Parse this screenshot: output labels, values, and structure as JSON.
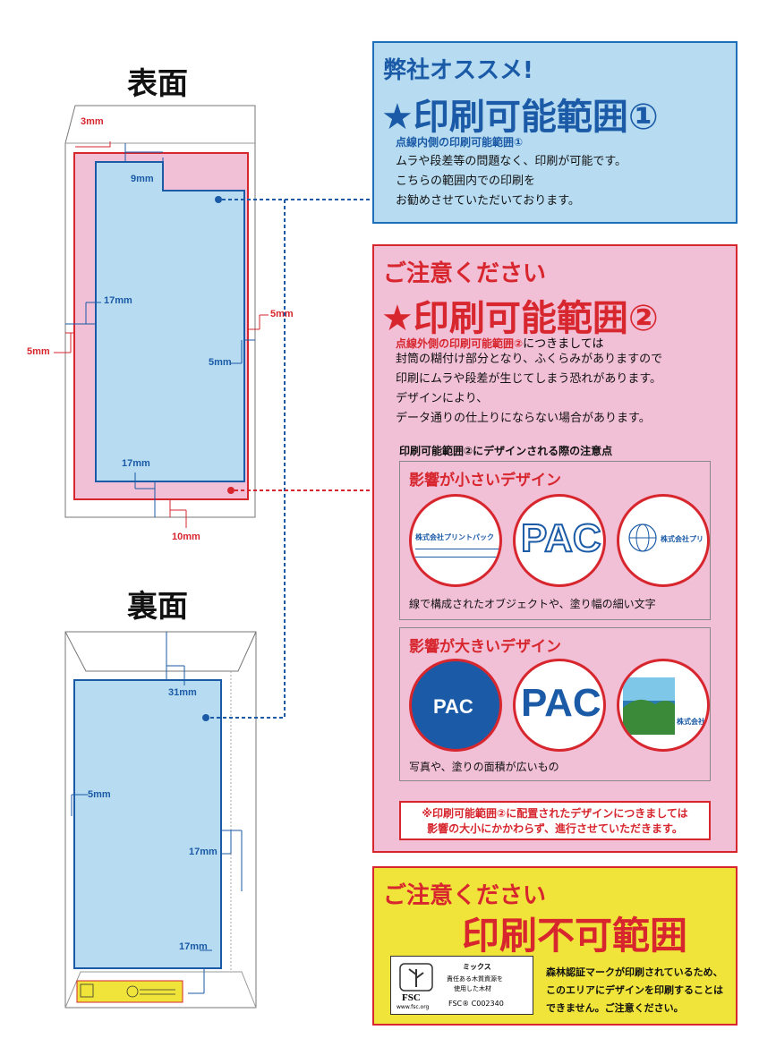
{
  "front_title": "表面",
  "back_title": "裏面",
  "front_dims": {
    "d3": "3mm",
    "d9": "9mm",
    "d17": "17mm",
    "d5r": "5mm",
    "d5l": "5mm",
    "d5i": "5mm",
    "d17b": "17mm",
    "d10": "10mm"
  },
  "back_dims": {
    "d31": "31mm",
    "d5": "5mm",
    "d17r": "17mm",
    "d17b": "17mm"
  },
  "box1": {
    "kicker": "弊社オススメ!",
    "heading": "★印刷可能範囲①",
    "sub": "点線内側の印刷可能範囲①",
    "lines": [
      "ムラや段差等の問題なく、印刷が可能です。",
      "こちらの範囲内での印刷を",
      "お勧めさせていただいております。"
    ]
  },
  "box2": {
    "kicker": "ご注意ください",
    "heading": "★印刷可能範囲②",
    "sub": "点線外側の印刷可能範囲②",
    "sub_rest": "につきましては",
    "lines": [
      "封筒の糊付け部分となり、ふくらみがありますので",
      "印刷にムラや段差が生じてしまう恐れがあります。",
      "デザインにより、",
      "データ通りの仕上りにならない場合があります。"
    ],
    "points_title": "印刷可能範囲②にデザインされる際の注意点",
    "small_title": "影響が小さいデザイン",
    "small_caption": "線で構成されたオブジェクトや、塗り幅の細い文字",
    "large_title": "影響が大きいデザイン",
    "large_caption": "写真や、塗りの面積が広いもの",
    "company": "株式会社プリントパック",
    "company_short": "株式会社プリ",
    "company_tiny": "株式会社",
    "pac": "PAC",
    "note_line1": "※印刷可能範囲②に配置されたデザインにつきましては",
    "note_line2": "影響の大小にかかわらず、進行させていただきます。"
  },
  "box3": {
    "kicker": "ご注意ください",
    "heading": "印刷不可範囲",
    "fsc_label": "FSC",
    "fsc_url": "www.fsc.org",
    "mix": "ミックス",
    "mix_desc1": "責任ある木質資源を",
    "mix_desc2": "使用した木材",
    "fsc_code": "FSC® C002340",
    "lines": [
      "森林認証マークが印刷されているため、",
      "このエリアにデザインを印刷することは",
      "できません。ご注意ください。"
    ]
  },
  "colors": {
    "red": "#d7262e",
    "blue": "#1a5aa6",
    "pink": "#f2c0d6",
    "lightblue": "#b7dcf2",
    "yellow": "#f0e43a"
  }
}
